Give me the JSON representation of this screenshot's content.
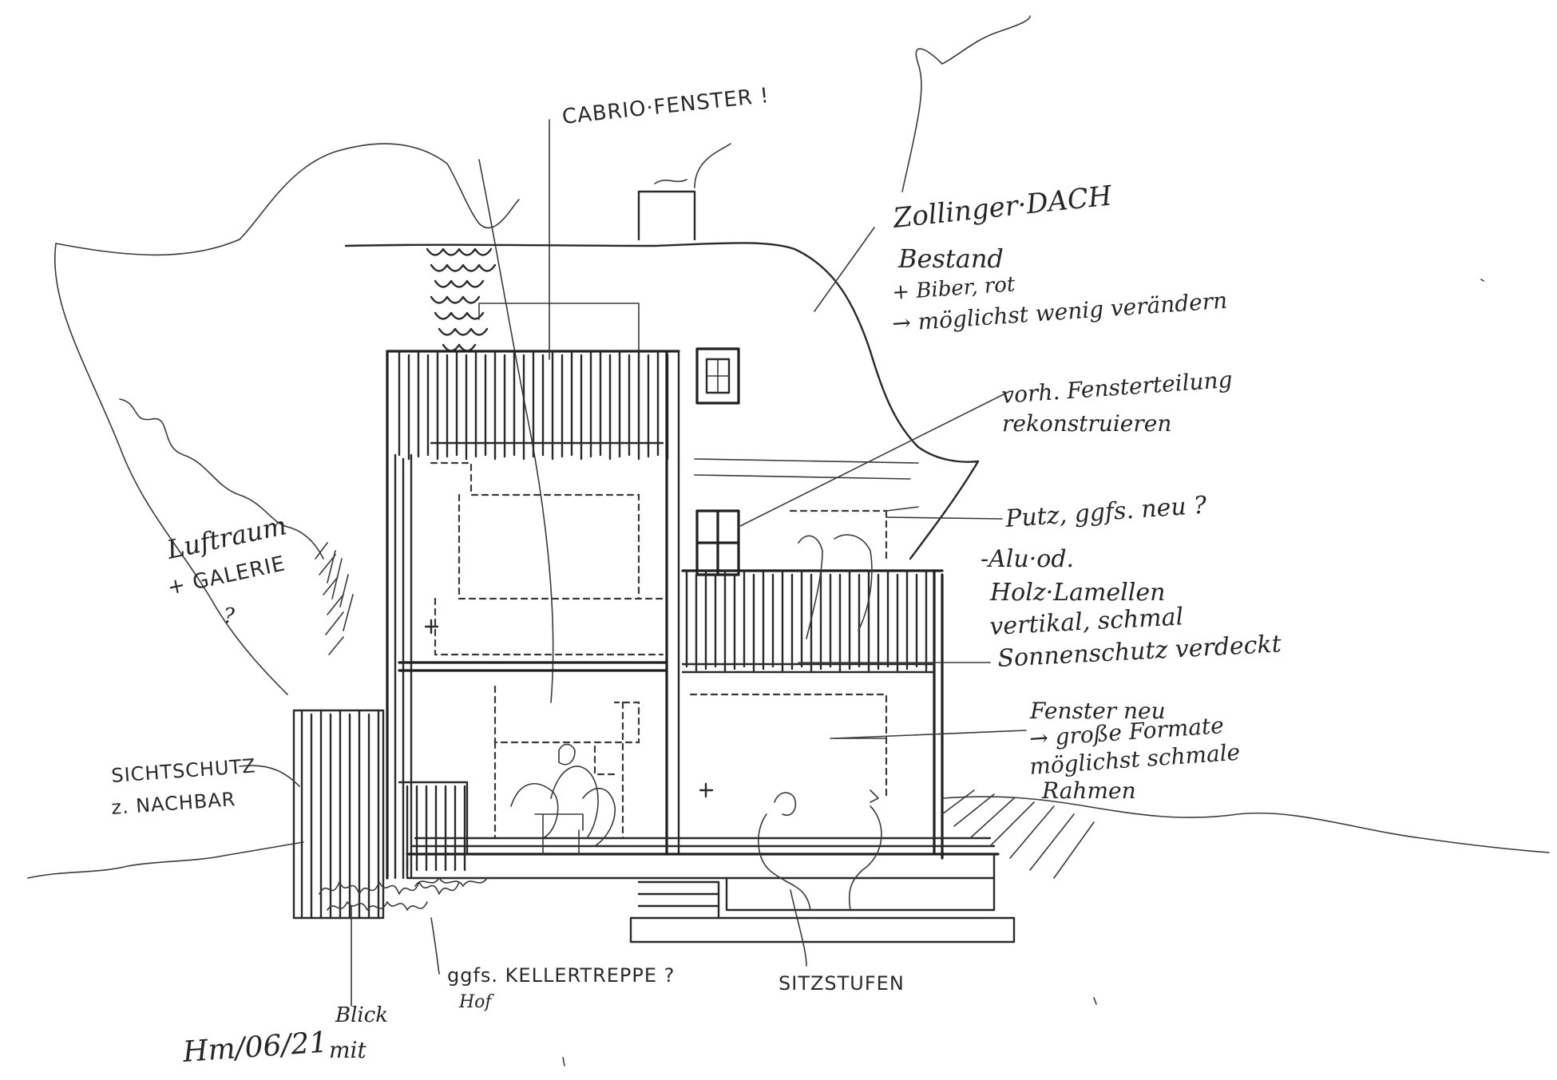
{
  "annotations": {
    "cabrio_fenster": "CABRIO·FENSTER !",
    "zollinger_dach": "Zollinger·DACH",
    "bestand": "Bestand",
    "biber_rot": "+ Biber, rot",
    "moeglichst_wenig": "→ möglichst wenig verändern",
    "vorh_fensterteilung": "vorh. Fensterteilung",
    "rekonstruieren": "rekonstruieren",
    "putz_ggfs_neu": "Putz, ggfs. neu ?",
    "alu_od": "-Alu·od.",
    "holz_lamellen": "Holz·Lamellen",
    "vertikal_schmal": "vertikal, schmal",
    "sonnenschutz_verdeckt": "Sonnenschutz verdeckt",
    "fenster_neu": "Fenster neu",
    "grosse_formate": "→ große Formate",
    "moeglichst_schmale": "möglichst schmale",
    "rahmen": "Rahmen",
    "luftraum": "Luftraum",
    "galerie": "+ GALERIE",
    "galerie_q": "?",
    "sichtschutz": "SICHTSCHUTZ",
    "z_nachbar": "z. NACHBAR",
    "kellertreppe": "ggfs. KELLERTREPPE ?",
    "sitzstufen": "SITZSTUFEN",
    "signature": "Hm/06/21",
    "blick": "Blick",
    "mit": "mit",
    "hof": "Hof"
  },
  "colors": {
    "ink": "#2b2b2b",
    "paper": "#ffffff"
  }
}
